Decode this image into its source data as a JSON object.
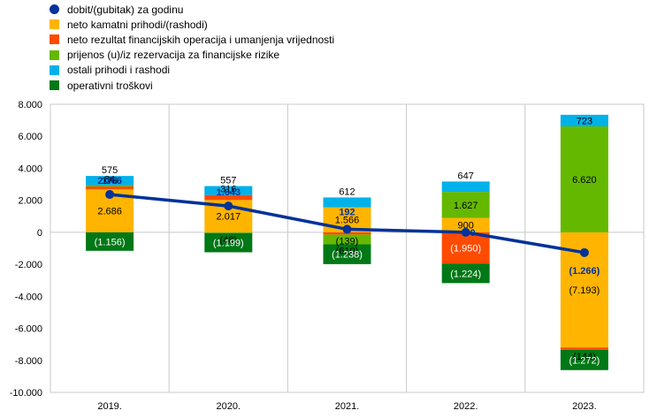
{
  "chart_data": {
    "type": "bar",
    "stacked": true,
    "categories": [
      "2019.",
      "2020.",
      "2021.",
      "2022.",
      "2023."
    ],
    "ylim": [
      -10000,
      8000
    ],
    "yticks": [
      8000,
      6000,
      4000,
      2000,
      0,
      -2000,
      -4000,
      -6000,
      -8000,
      -10000
    ],
    "ytick_labels": [
      "8.000",
      "6.000",
      "4.000",
      "2.000",
      "0",
      "-2.000",
      "-4.000",
      "-6.000",
      "-8.000",
      "-10.000"
    ],
    "grid": "vertical-separators",
    "legend_position": "top-left",
    "series": [
      {
        "name": "neto kamatni prihodi/(rashodi)",
        "color": "#FFB400",
        "values": [
          2686,
          2017,
          1566,
          900,
          -7193
        ],
        "labels": [
          "2.686",
          "2.017",
          "1.566",
          "900",
          "(7.193)"
        ]
      },
      {
        "name": "neto rezultat financijskih operacija i umanjenja vrijednosti",
        "color": "#FF4B00",
        "values": [
          176,
          316,
          -139,
          -1950,
          -144
        ],
        "labels": [
          "176",
          "316",
          "(139)",
          "(1.950)",
          "(144)"
        ]
      },
      {
        "name": "prijenos (u)/iz rezervacija za financijske rizike",
        "color": "#65B800",
        "values": [
          84,
          -48,
          -610,
          1627,
          6620
        ],
        "labels": [
          "84",
          "(48)",
          "(610)",
          "1.627",
          "6.620"
        ]
      },
      {
        "name": "ostali prihodi i rashodi",
        "color": "#00B1EA",
        "values": [
          575,
          557,
          612,
          647,
          723
        ],
        "labels": [
          "575",
          "557",
          "612",
          "647",
          "723"
        ]
      },
      {
        "name": "operativni troškovi",
        "color": "#007816",
        "values": [
          -1156,
          -1199,
          -1238,
          -1224,
          -1272
        ],
        "labels": [
          "(1.156)",
          "(1.199)",
          "(1.238)",
          "(1.224)",
          "(1.272)"
        ]
      }
    ],
    "line": {
      "name": "dobit/(gubitak) za godinu",
      "color": "#003299",
      "values": [
        2366,
        1643,
        192,
        0,
        -1266
      ],
      "labels": [
        "2.366",
        "1.643",
        "192",
        "0",
        "(1.266)"
      ]
    }
  }
}
